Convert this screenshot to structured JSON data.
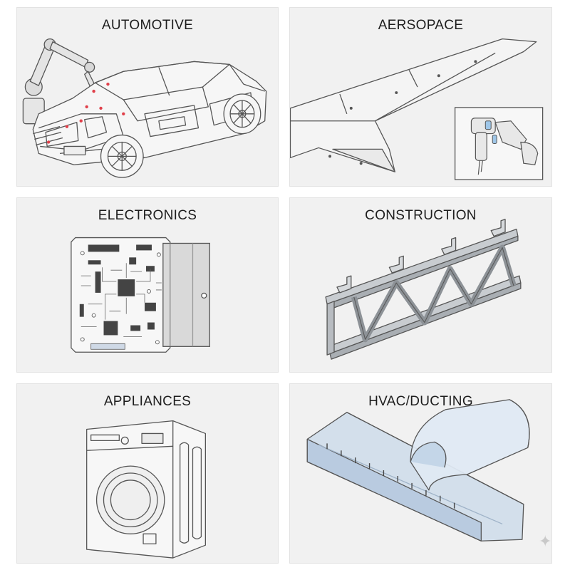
{
  "panels": {
    "automotive": {
      "title": "AUTOMOTIVE"
    },
    "aerospace": {
      "title": "AERSOPACE"
    },
    "electronics": {
      "title": "ELECTRONICS"
    },
    "construction": {
      "title": "CONSTRUCTION"
    },
    "appliances": {
      "title": "APPLIANCES"
    },
    "hvac": {
      "title": "HVAC/DUCTING"
    }
  },
  "colors": {
    "panel_bg": "#f1f1f1",
    "line": "#4a4a4a",
    "weld_dot": "#e0404a",
    "metal": "#c8ccd0",
    "glass_blue": "#c9d9ea"
  },
  "icons": [
    "robot-arm-icon",
    "car-frame-icon",
    "wing-icon",
    "rivet-gun-icon",
    "circuit-board-icon",
    "truss-beam-icon",
    "washing-machine-icon",
    "duct-icon",
    "sparkle-icon"
  ]
}
